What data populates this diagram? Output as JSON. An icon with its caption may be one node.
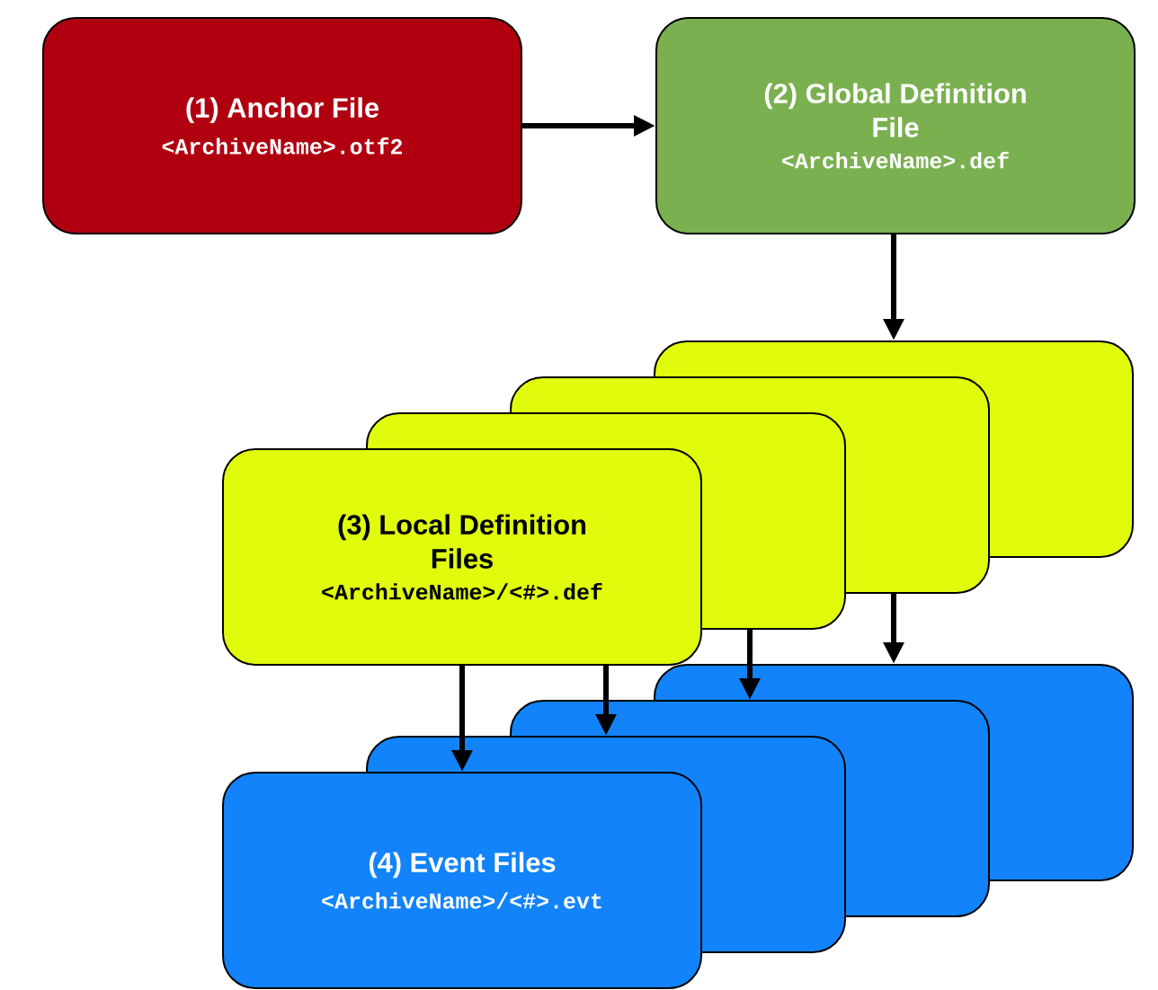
{
  "diagram": {
    "nodes": [
      {
        "text": [
          "(1) Anchor File",
          "<ArchiveName>.otf2"
        ]
      },
      {
        "text": [
          "(2) Global Definition File",
          "<ArchiveName>.def"
        ]
      },
      {
        "text": [
          "(3) Local Definition Files",
          "<ArchiveName>/<#>.def"
        ]
      },
      {
        "text": [
          "(4) Event Files",
          "<ArchiveName>/<#>.evt"
        ]
      }
    ],
    "edges": [
      {
        "from": 0,
        "to": 1,
        "arrow": "to"
      },
      {
        "from": 1,
        "to": 2,
        "arrow": "to"
      },
      {
        "from": 2,
        "to": 3,
        "arrow": "to"
      },
      {
        "from": 2,
        "to": 3,
        "arrow": "to"
      },
      {
        "from": 2,
        "to": 3,
        "arrow": "to"
      },
      {
        "from": 2,
        "to": 3,
        "arrow": "to"
      }
    ]
  }
}
